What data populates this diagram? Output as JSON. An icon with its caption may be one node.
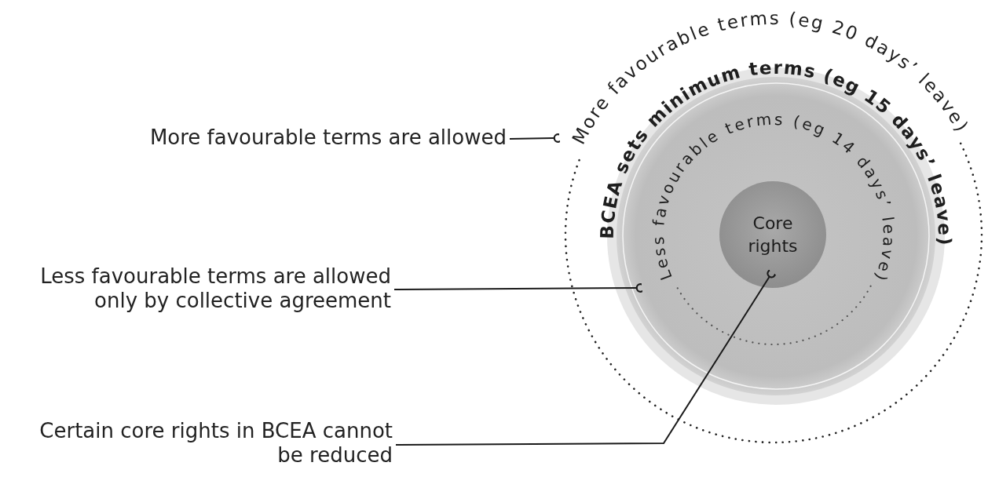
{
  "diagram": {
    "nodes": [
      {
        "text": [
          "More favourable terms are allowed"
        ]
      },
      {
        "text": [
          "Less favourable terms are allowed only by collective agreement"
        ]
      },
      {
        "text": [
          "Certain core rights in BCEA cannot be reduced"
        ]
      },
      {
        "text": [],
        "shape": "circle"
      },
      {
        "text": [],
        "shape": "circle",
        "in": 3
      },
      {
        "text": [],
        "shape": "circle",
        "in": 4
      },
      {
        "text": [
          "Core rights"
        ],
        "in": 5
      }
    ],
    "edges": [
      {
        "from": 0,
        "to": 3,
        "arrow": "other"
      },
      {
        "from": 1,
        "to": 5,
        "arrow": "other"
      },
      {
        "from": 2,
        "to": 6,
        "arrow": "other"
      }
    ],
    "labels": [
      "More favourable terms (eg 20 days’ leave)",
      "BCEA sets minimum terms (eg 15 days’ leave)",
      "Less favourable terms (eg 14 days’ leave)"
    ]
  }
}
